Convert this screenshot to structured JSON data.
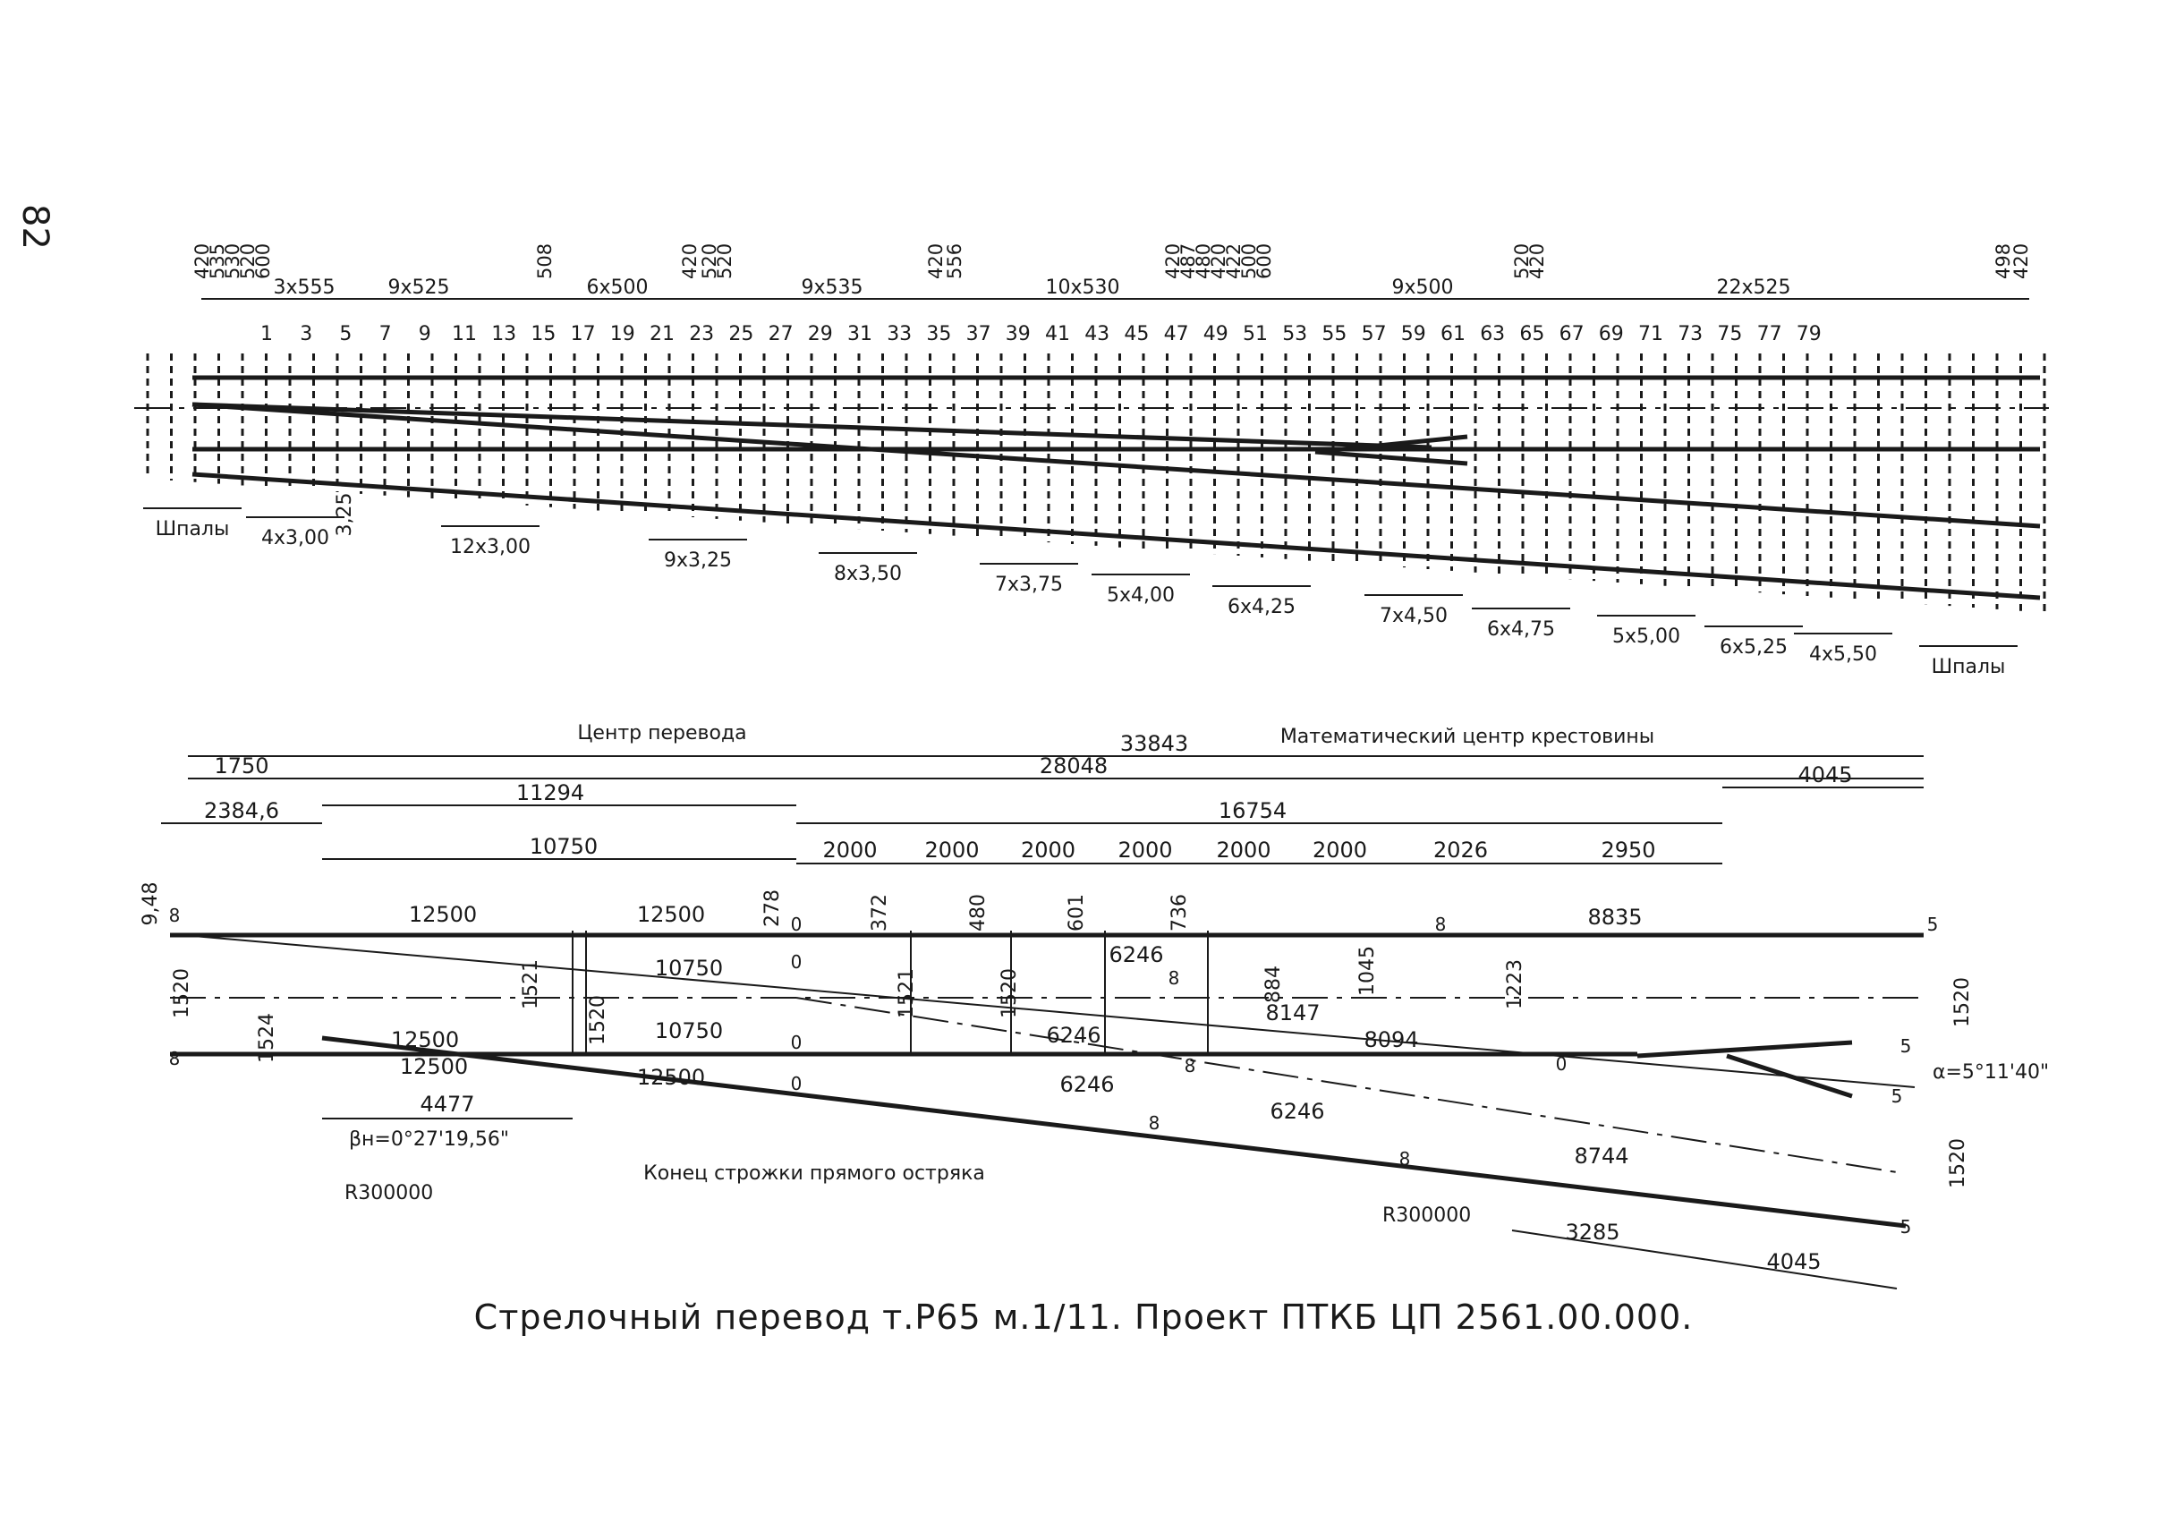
{
  "page_number": "82",
  "caption": "Стрелочный перевод т.Р65 м.1/11. Проект ПТКБ ЦП 2561.00.000.",
  "top_plan": {
    "top_dimensions": [
      "420",
      "535",
      "530",
      "520",
      "600",
      "3x555",
      "9x525",
      "508",
      "6x500",
      "420",
      "520",
      "520",
      "9x535",
      "420",
      "556",
      "10x530",
      "420",
      "487",
      "480",
      "420",
      "422",
      "500",
      "600",
      "9x500",
      "520",
      "420",
      "22x525",
      "498",
      "420"
    ],
    "sleeper_numbers": [
      "1",
      "3",
      "5",
      "7",
      "9",
      "11",
      "13",
      "15",
      "17",
      "19",
      "21",
      "23",
      "25",
      "27",
      "29",
      "31",
      "33",
      "35",
      "37",
      "39",
      "41",
      "43",
      "45",
      "47",
      "49",
      "51",
      "53",
      "55",
      "57",
      "59",
      "61",
      "63",
      "65",
      "67",
      "69",
      "71",
      "73",
      "75",
      "77",
      "79"
    ],
    "bottom_groups": [
      "Шпалы",
      "4x3,00",
      "3,25",
      "12x3,00",
      "9x3,25",
      "8x3,50",
      "7x3,75",
      "5x4,00",
      "6x4,25",
      "7x4,50",
      "6x4,75",
      "5x5,00",
      "6x5,25",
      "4x5,50",
      "Шпалы"
    ]
  },
  "layout_diagram": {
    "labels": {
      "center": "Центр перевода",
      "math_center": "Математический центр крестовины",
      "point_end": "Конец строжки прямого остряка",
      "beta": "βн=0°27'19,56\"",
      "alpha": "α=5°11'40\"",
      "radius_left": "R300000",
      "radius_right": "R300000"
    },
    "dims_top": [
      "33843",
      "1750",
      "28048",
      "2384,6",
      "11294",
      "16754",
      "4045",
      "10750",
      "2000",
      "2000",
      "2000",
      "2000",
      "2000",
      "2000",
      "2026",
      "2950"
    ],
    "dims_vertical": [
      "9,48",
      "278",
      "372",
      "480",
      "601",
      "736",
      "884",
      "1045",
      "1223",
      "1520",
      "1524",
      "1521",
      "1520",
      "1521",
      "1520",
      "1520",
      "1520"
    ],
    "rail_lengths": [
      "12500",
      "12500",
      "12500",
      "8835",
      "10750",
      "6246",
      "8147",
      "10750",
      "6246",
      "8094",
      "12500",
      "12500",
      "6246",
      "6246",
      "8744"
    ],
    "gaps": [
      "8",
      "8",
      "5",
      "8",
      "0",
      "0",
      "0",
      "0",
      "0",
      "8",
      "5",
      "8",
      "8",
      "8",
      "5",
      "5"
    ],
    "dims_bottom": [
      "4477",
      "3285",
      "4045"
    ]
  }
}
